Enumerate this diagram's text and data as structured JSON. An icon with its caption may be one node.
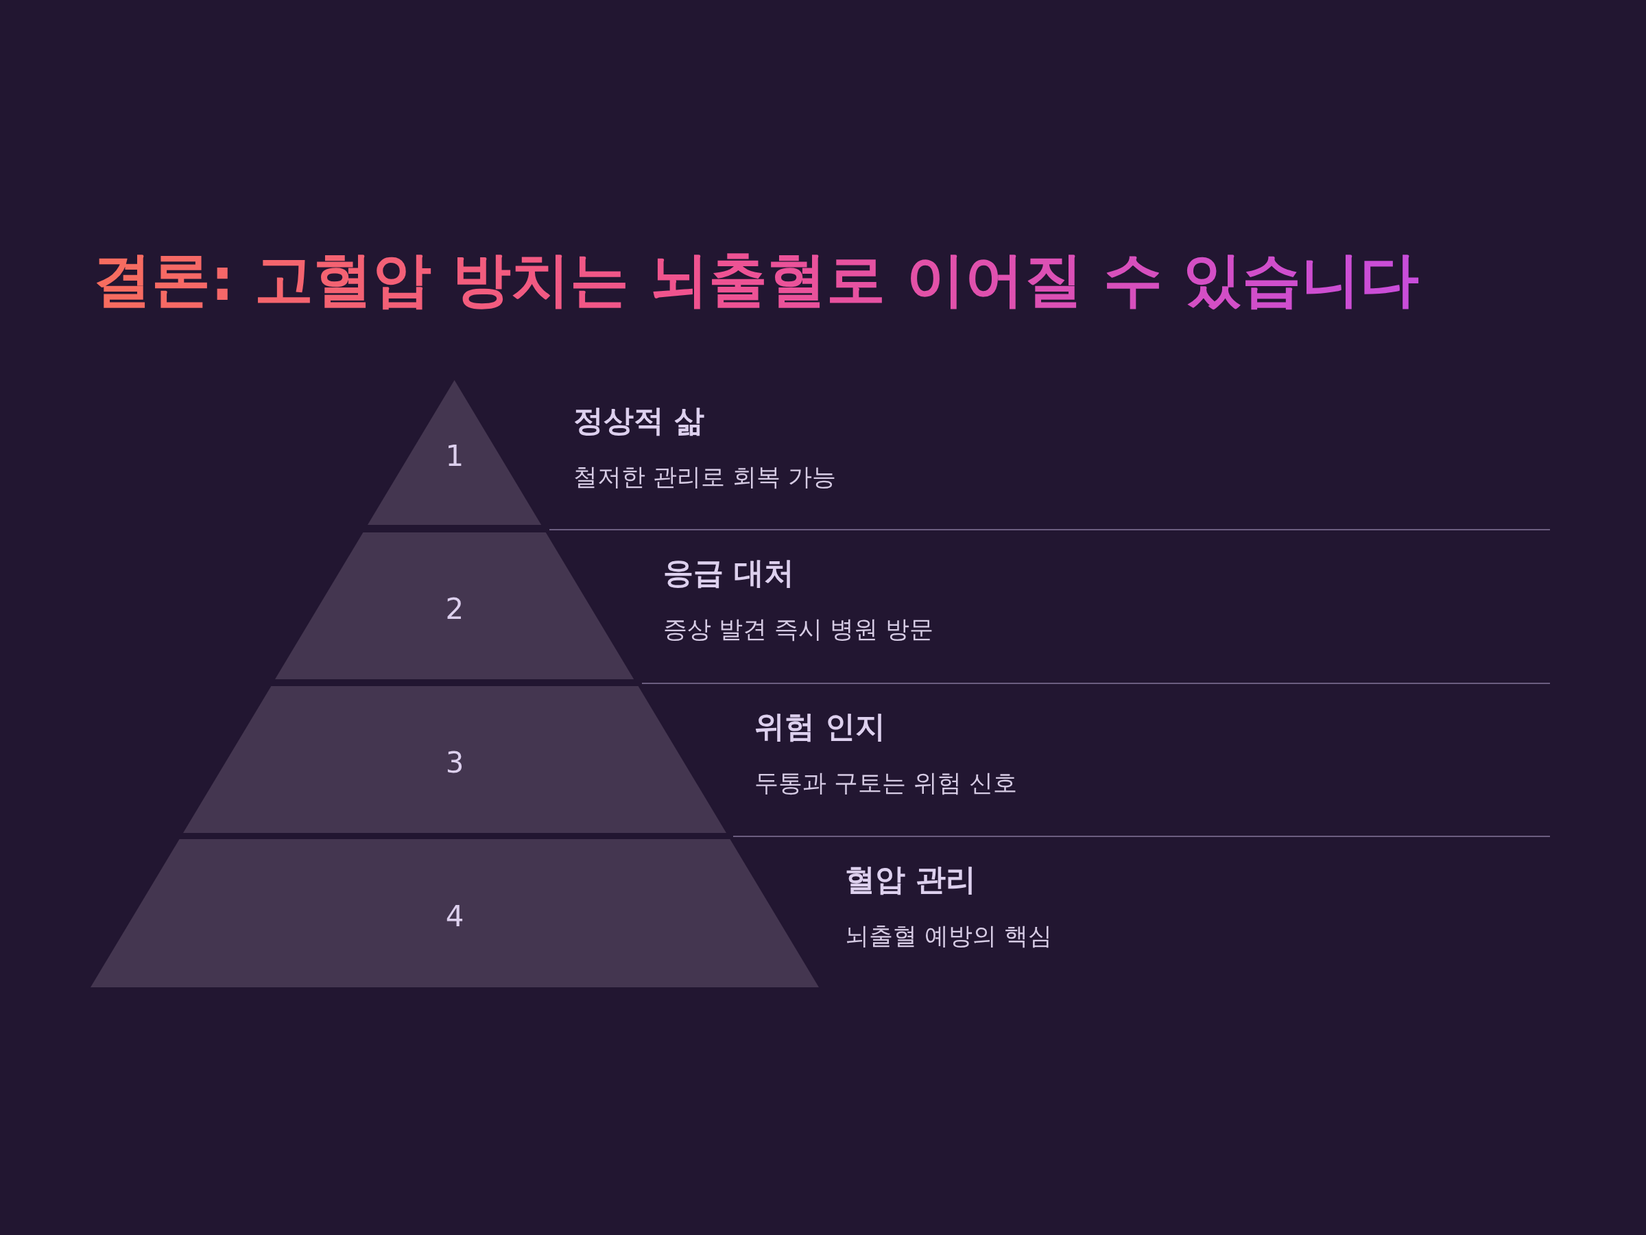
{
  "diagram": {
    "title": "결론: 고혈압 방치는 뇌출혈로 이어질 수 있습니다",
    "nodes": [
      {
        "text": [
          "1"
        ],
        "beside": [
          "정상적 삶",
          "철저한 관리로 회복 가능"
        ]
      },
      {
        "text": [
          "2"
        ],
        "beside": [
          "응급 대처",
          "증상 발견 즉시 병원 방문"
        ]
      },
      {
        "text": [
          "3"
        ],
        "beside": [
          "위험 인지",
          "두통과 구토는 위험 신호"
        ]
      },
      {
        "text": [
          "4"
        ],
        "beside": [
          "혈압 관리",
          "뇌출혈 예방의 핵심"
        ]
      }
    ],
    "edges": []
  }
}
